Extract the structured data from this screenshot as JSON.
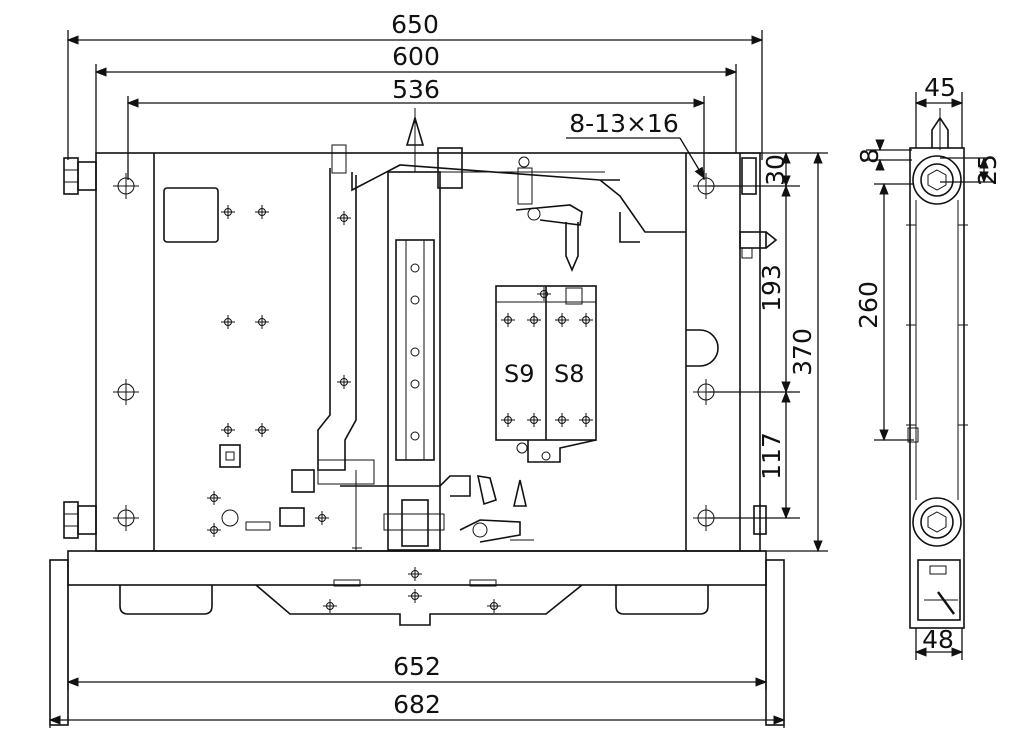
{
  "dimensions": {
    "top_650": "650",
    "top_600": "600",
    "top_536": "536",
    "hole_spec": "8-13×16",
    "right_30": "30",
    "right_193": "193",
    "right_370": "370",
    "right_117": "117",
    "bottom_652": "652",
    "bottom_682": "682",
    "side_45": "45",
    "side_8": "8",
    "side_25": "25",
    "side_260": "260",
    "side_48": "48"
  },
  "labels": {
    "s9": "S9",
    "s8": "S8"
  }
}
